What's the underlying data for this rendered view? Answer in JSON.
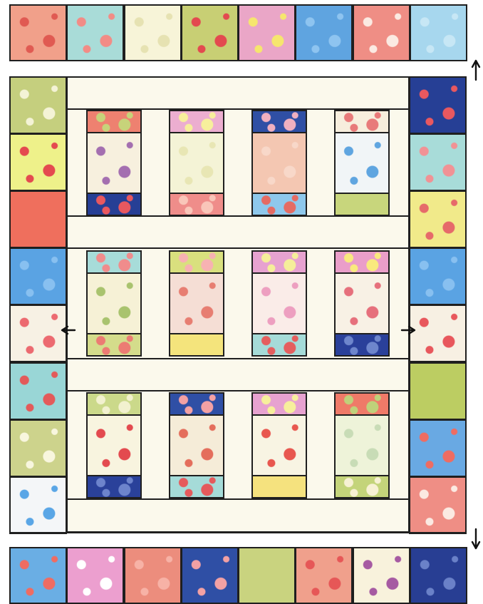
{
  "colors": {
    "sashing": "#fbf9ec",
    "outline": "#1f1f1f",
    "arrow": "#111111"
  },
  "top_border_squares": [
    {
      "name": "coral-floral",
      "color": "#f1a08a",
      "accent": "#e05a52"
    },
    {
      "name": "aqua-floral",
      "color": "#a9dcd8",
      "accent": "#f28c86"
    },
    {
      "name": "cream-lattice",
      "color": "#f7f4d8",
      "accent": "#e6e2b2"
    },
    {
      "name": "green-hydrangea",
      "color": "#c8cf74",
      "accent": "#e34a4f"
    },
    {
      "name": "pink-floral",
      "color": "#eaa6c7",
      "accent": "#f6e66e"
    },
    {
      "name": "blue-lattice",
      "color": "#5fa4e0",
      "accent": "#8ec4f0"
    },
    {
      "name": "salmon-dogwood",
      "color": "#ef8e85",
      "accent": "#fbeae2"
    },
    {
      "name": "sky-blue-texture",
      "color": "#a7d7ee",
      "accent": "#c7e7f5"
    }
  ],
  "bottom_border_squares": [
    {
      "name": "blue-floral",
      "color": "#6aaee4",
      "accent": "#ef6c62"
    },
    {
      "name": "pink-dogwood",
      "color": "#ec9fcf",
      "accent": "#ffffff"
    },
    {
      "name": "coral-peony",
      "color": "#ec8d7d",
      "accent": "#f7b2a6"
    },
    {
      "name": "navy-floral",
      "color": "#2f4fa5",
      "accent": "#f3a1a4"
    },
    {
      "name": "green-solid",
      "color": "#c9d37f",
      "accent": "#c9d37f"
    },
    {
      "name": "salmon-floral",
      "color": "#f0a08c",
      "accent": "#e65757"
    },
    {
      "name": "cream-floral",
      "color": "#f8f2dc",
      "accent": "#a65aa2"
    },
    {
      "name": "navy-lattice",
      "color": "#283e93",
      "accent": "#6a81c8"
    }
  ],
  "left_border_squares": [
    {
      "name": "green-dogwood",
      "color": "#c5cf7e",
      "accent": "#f4f3d6"
    },
    {
      "name": "yellow-hydrangea",
      "color": "#eef18a",
      "accent": "#e44a4f"
    },
    {
      "name": "coral-solid",
      "color": "#ef6f5d",
      "accent": "#ef6f5d"
    },
    {
      "name": "blue-lattice",
      "color": "#5aa3e3",
      "accent": "#88c0f0"
    },
    {
      "name": "cream-wreath",
      "color": "#f7f1e4",
      "accent": "#ec6a70"
    },
    {
      "name": "aqua-dot",
      "color": "#99d6d6",
      "accent": "#e35a5a"
    },
    {
      "name": "green-dogwood-2",
      "color": "#cdd38c",
      "accent": "#f8f6de"
    },
    {
      "name": "blue-leaf",
      "color": "#f4f6f8",
      "accent": "#5aa6e6"
    }
  ],
  "right_border_squares": [
    {
      "name": "navy-hydrangea",
      "color": "#263f95",
      "accent": "#e9585f"
    },
    {
      "name": "aqua-floral",
      "color": "#a8dcd9",
      "accent": "#f19295"
    },
    {
      "name": "yellow-floral",
      "color": "#f1ea8a",
      "accent": "#e66a6a"
    },
    {
      "name": "blue-lattice",
      "color": "#5aa3e3",
      "accent": "#88c0f0"
    },
    {
      "name": "cream-hydrangea",
      "color": "#f7f0e3",
      "accent": "#e8575c"
    },
    {
      "name": "green-solid",
      "color": "#bccd62",
      "accent": "#bccd62"
    },
    {
      "name": "blue-floral",
      "color": "#69a9e3",
      "accent": "#ef6c62"
    },
    {
      "name": "salmon-dogwood",
      "color": "#ef8e85",
      "accent": "#fbeae2"
    }
  ],
  "blocks": [
    {
      "name": "block-r1c1",
      "top": {
        "color": "#ee8170",
        "accent": "#c7d37a"
      },
      "center": {
        "color": "#f7f0de",
        "accent": "#a46fb0"
      },
      "bottom": {
        "color": "#263f95",
        "accent": "#e9585f"
      }
    },
    {
      "name": "block-r1c2",
      "top": {
        "color": "#ecaed0",
        "accent": "#f7ef9c"
      },
      "center": {
        "color": "#f4f3d6",
        "accent": "#e8e6b4"
      },
      "bottom": {
        "color": "#ef8d8a",
        "accent": "#f9c6b9"
      }
    },
    {
      "name": "block-r1c3",
      "top": {
        "color": "#2f4fa5",
        "accent": "#f0b0c0"
      },
      "center": {
        "color": "#f4c7b2",
        "accent": "#f8d8c9"
      },
      "bottom": {
        "color": "#8ec8ec",
        "accent": "#e56b63"
      }
    },
    {
      "name": "block-r1c4",
      "top": {
        "color": "#f7eedd",
        "accent": "#e87a7a"
      },
      "center": {
        "color": "#f1f5f7",
        "accent": "#5fa5e0"
      },
      "bottom": {
        "color": "#c8d67c",
        "accent": "#c8d67c"
      }
    },
    {
      "name": "block-r2c1",
      "top": {
        "color": "#a7dcd9",
        "accent": "#f08c8c"
      },
      "center": {
        "color": "#f6f1d6",
        "accent": "#a9c36e"
      },
      "bottom": {
        "color": "#d4dc8b",
        "accent": "#ec7b73"
      }
    },
    {
      "name": "block-r2c2",
      "top": {
        "color": "#d9e07e",
        "accent": "#f7b2b2"
      },
      "center": {
        "color": "#f5ded5",
        "accent": "#e77e72"
      },
      "bottom": {
        "color": "#f4e47c",
        "accent": "#f4e47c"
      }
    },
    {
      "name": "block-r2c3",
      "top": {
        "color": "#e7a2d0",
        "accent": "#f5ee9a"
      },
      "center": {
        "color": "#faece8",
        "accent": "#ed9fc0"
      },
      "bottom": {
        "color": "#a5dbd8",
        "accent": "#e55e5e"
      }
    },
    {
      "name": "block-r2c4",
      "top": {
        "color": "#ea9ec9",
        "accent": "#f9ea7e"
      },
      "center": {
        "color": "#f8f1e5",
        "accent": "#e6707c"
      },
      "bottom": {
        "color": "#2a409a",
        "accent": "#6e86cc"
      }
    },
    {
      "name": "block-r3c1",
      "top": {
        "color": "#cbd98a",
        "accent": "#f2f1cf"
      },
      "center": {
        "color": "#f8f4df",
        "accent": "#e34a4f"
      },
      "bottom": {
        "color": "#2a419a",
        "accent": "#6d84cc"
      }
    },
    {
      "name": "block-r3c2",
      "top": {
        "color": "#2f4fa5",
        "accent": "#f3a1a4"
      },
      "center": {
        "color": "#f5ecd8",
        "accent": "#e46e5c"
      },
      "bottom": {
        "color": "#a5dbd8",
        "accent": "#e55a5c"
      }
    },
    {
      "name": "block-r3c3",
      "top": {
        "color": "#e7a2d0",
        "accent": "#f7ef9c"
      },
      "center": {
        "color": "#f8f4e3",
        "accent": "#e8574f"
      },
      "bottom": {
        "color": "#f5e27e",
        "accent": "#f5e27e"
      }
    },
    {
      "name": "block-r3c4",
      "top": {
        "color": "#ef7a68",
        "accent": "#bfd17a"
      },
      "center": {
        "color": "#eef3d9",
        "accent": "#c8dcb6"
      },
      "bottom": {
        "color": "#c4d47a",
        "accent": "#f7f1d4"
      }
    }
  ],
  "arrows": [
    {
      "name": "arrow-up-icon",
      "direction": "up"
    },
    {
      "name": "arrow-down-icon",
      "direction": "down"
    },
    {
      "name": "arrow-left-icon",
      "direction": "left"
    },
    {
      "name": "arrow-right-icon",
      "direction": "right"
    }
  ]
}
